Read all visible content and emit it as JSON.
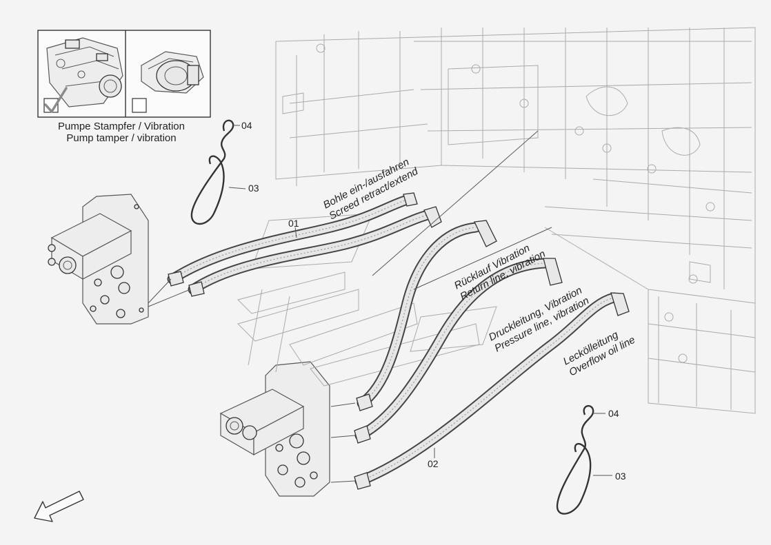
{
  "variant_box": {
    "title_de": "Pumpe Stampfer / Vibration",
    "title_en": "Pump tamper / vibration",
    "option_a_checked": true,
    "option_b_checked": false
  },
  "hose_labels": {
    "screed": {
      "de": "Bohle ein-/ausfahren",
      "en": "Screed retract/extend"
    },
    "return": {
      "de": "Rücklauf Vibration",
      "en": "Return line, vibration"
    },
    "pressure": {
      "de": "Druckleitung, Vibration",
      "en": "Pressure line, vibration"
    },
    "overflow": {
      "de": "Leckölleitung",
      "en": "Overflow oil line"
    }
  },
  "callouts": {
    "c01": "01",
    "c02": "02",
    "c03_top": "03",
    "c04_top": "04",
    "c03_bottom": "03",
    "c04_bottom": "04"
  },
  "colors": {
    "line": "#444444",
    "background": "#f4f4f4",
    "check": "#8a8a8a"
  }
}
